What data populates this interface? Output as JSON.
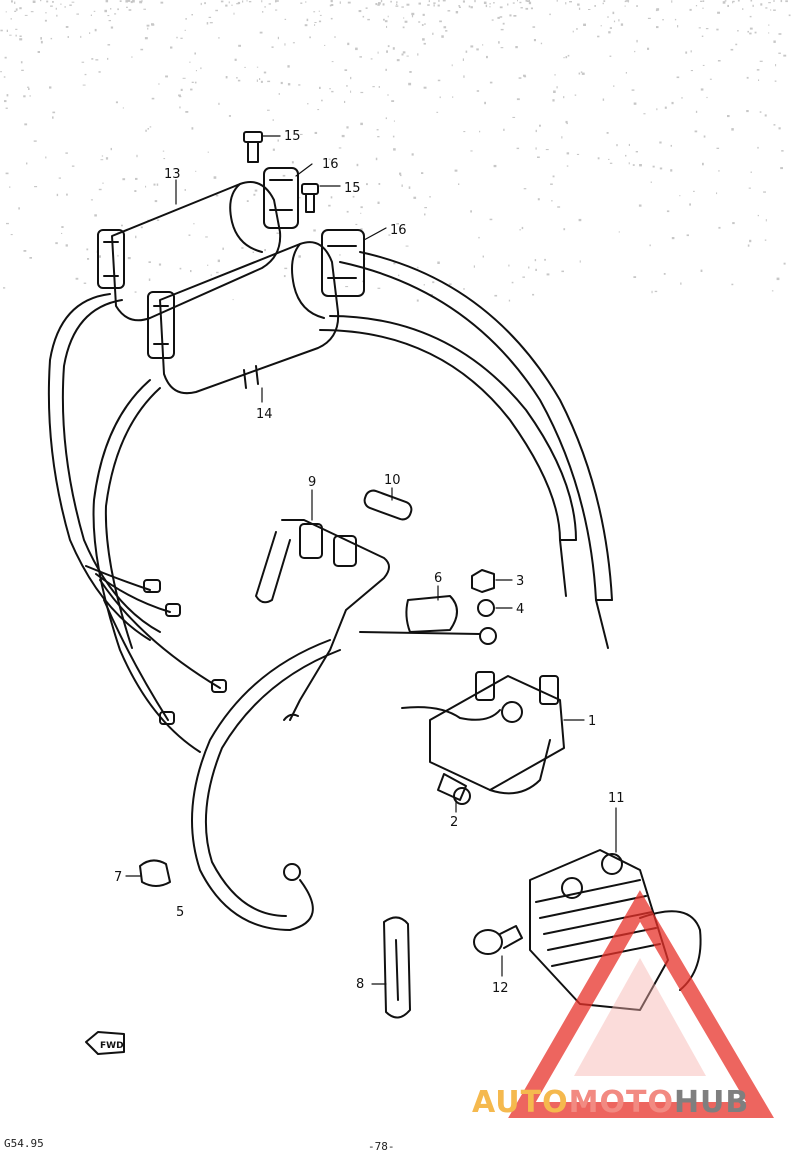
{
  "diagram": {
    "callouts": [
      {
        "id": "1",
        "label": "1"
      },
      {
        "id": "2",
        "label": "2"
      },
      {
        "id": "3",
        "label": "3"
      },
      {
        "id": "4",
        "label": "4"
      },
      {
        "id": "5",
        "label": "5"
      },
      {
        "id": "6",
        "label": "6"
      },
      {
        "id": "7",
        "label": "7"
      },
      {
        "id": "8",
        "label": "8"
      },
      {
        "id": "9",
        "label": "9"
      },
      {
        "id": "10",
        "label": "10"
      },
      {
        "id": "11",
        "label": "11"
      },
      {
        "id": "12",
        "label": "12"
      },
      {
        "id": "13",
        "label": "13"
      },
      {
        "id": "14",
        "label": "14"
      },
      {
        "id": "15a",
        "label": "15"
      },
      {
        "id": "15b",
        "label": "15"
      },
      {
        "id": "16a",
        "label": "16"
      },
      {
        "id": "16b",
        "label": "16"
      }
    ],
    "fwd_label": "FWD",
    "footer_code": "G54.95",
    "footer_page": "-78-"
  },
  "watermark": {
    "auto": "AUTO",
    "moto": "MOTO",
    "hub": "HUB",
    "colors": {
      "auto": "#f5b94e",
      "moto": "#f28a82",
      "hub": "#7f7f7f",
      "triangle": "#e8322a"
    }
  }
}
